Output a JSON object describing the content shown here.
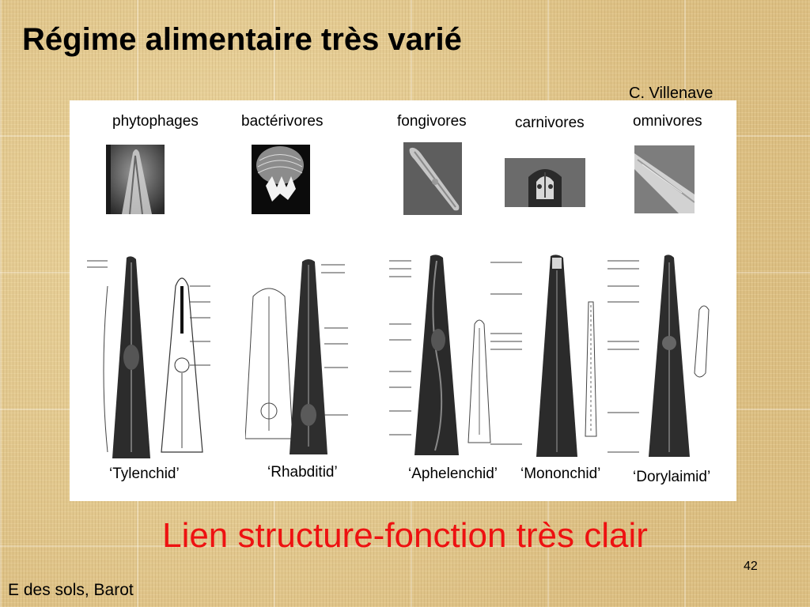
{
  "slide": {
    "title": "Régime alimentaire très varié",
    "credit": "C. Villenave",
    "tagline": "Lien structure-fonction très clair",
    "slide_number": "42",
    "footer": "E des sols, Barot"
  },
  "figure": {
    "categories": [
      "phytophages",
      "bactérivores",
      "fongivores",
      "carnivores",
      "omnivores"
    ],
    "taxa": [
      "‘Tylenchid’",
      "‘Rhabditid’",
      "‘Aphelenchid’",
      "‘Mononchid’",
      "‘Dorylaimid’"
    ]
  }
}
